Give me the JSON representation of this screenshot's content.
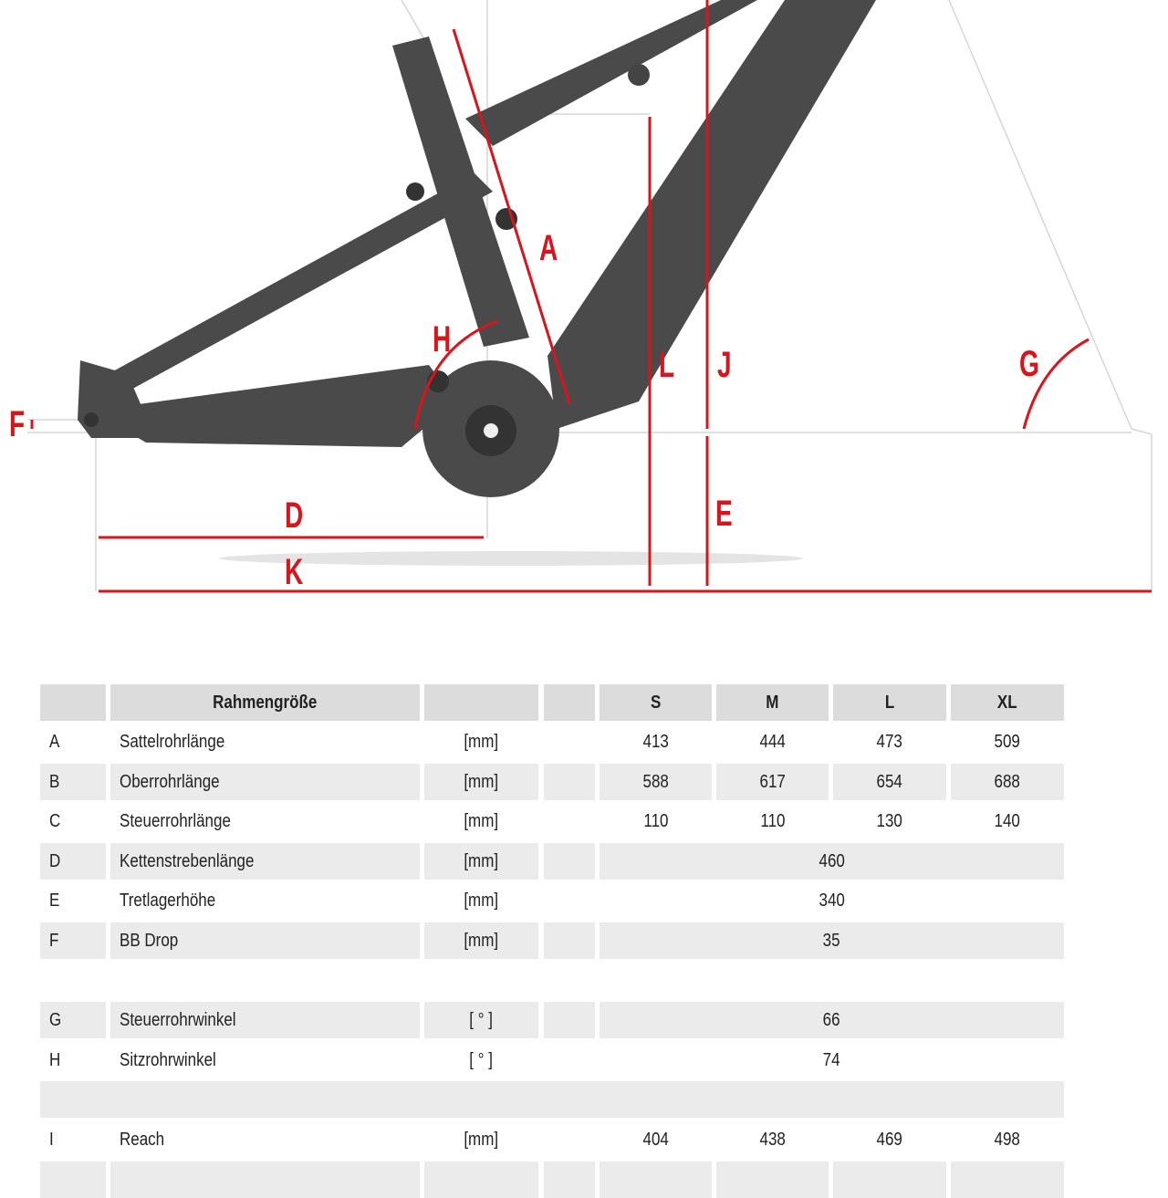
{
  "diagram": {
    "labels": {
      "A": "A",
      "D": "D",
      "E": "E",
      "F": "F",
      "G": "G",
      "H": "H",
      "J": "J",
      "K": "K",
      "L": "L"
    },
    "accent_color": "#d8141c"
  },
  "table": {
    "header": {
      "title": "Rahmengröße",
      "sizes": [
        "S",
        "M",
        "L",
        "XL"
      ]
    },
    "rows": [
      {
        "key": "A",
        "name": "Sattelrohrlänge",
        "unit": "[mm]",
        "values": [
          "413",
          "444",
          "473",
          "509"
        ]
      },
      {
        "key": "B",
        "name": "Oberrohrlänge",
        "unit": "[mm]",
        "values": [
          "588",
          "617",
          "654",
          "688"
        ]
      },
      {
        "key": "C",
        "name": "Steuerrohrlänge",
        "unit": "[mm]",
        "values": [
          "110",
          "110",
          "130",
          "140"
        ]
      },
      {
        "key": "D",
        "name": "Kettenstrebenlänge",
        "unit": "[mm]",
        "value": "460"
      },
      {
        "key": "E",
        "name": "Tretlagerhöhe",
        "unit": "[mm]",
        "value": "340"
      },
      {
        "key": "F",
        "name": "BB Drop",
        "unit": "[mm]",
        "value": "35"
      },
      {
        "blank": true
      },
      {
        "key": "G",
        "name": "Steuerrohrwinkel",
        "unit": "[ ° ]",
        "value": "66"
      },
      {
        "key": "H",
        "name": "Sitzrohrwinkel",
        "unit": "[ ° ]",
        "value": "74"
      },
      {
        "blank": true,
        "full": true
      },
      {
        "key": "I",
        "name": "Reach",
        "unit": "[mm]",
        "values": [
          "404",
          "438",
          "469",
          "498"
        ]
      }
    ]
  }
}
